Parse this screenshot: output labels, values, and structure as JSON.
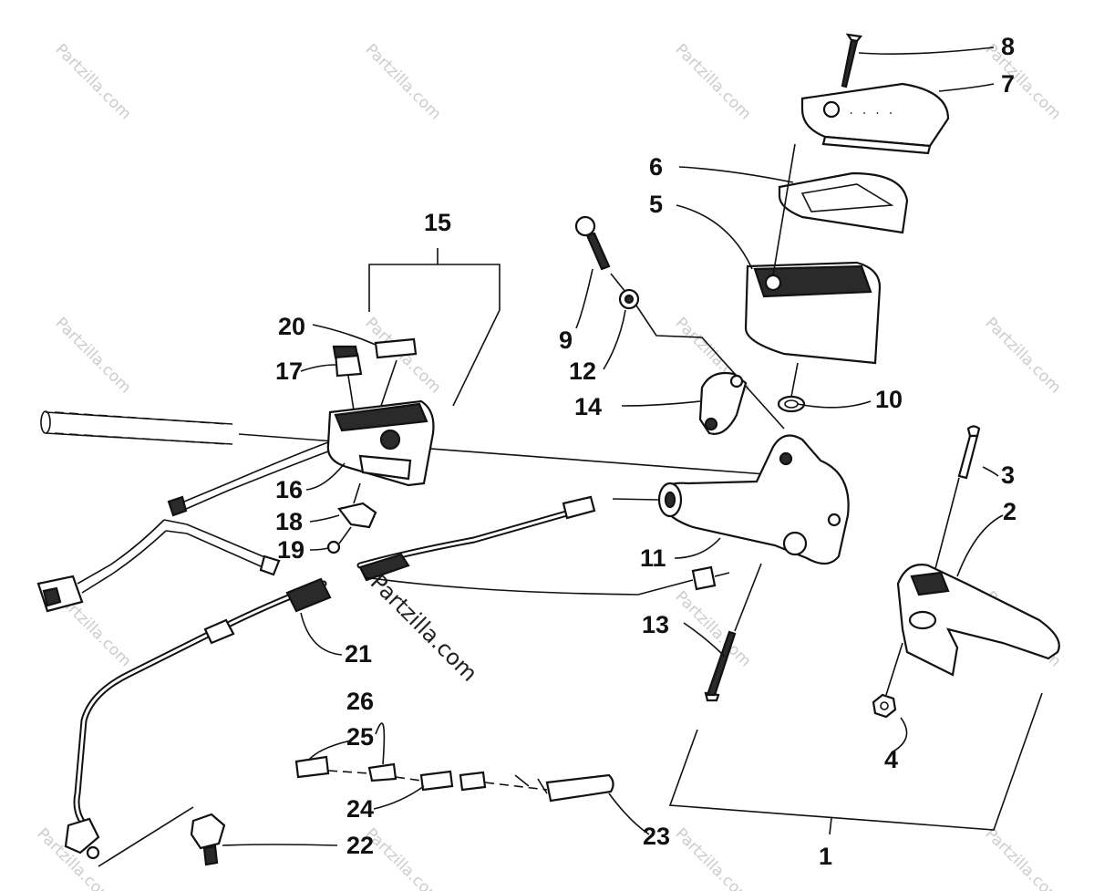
{
  "diagram": {
    "watermark": "Partzilla.com",
    "callouts": [
      "1",
      "2",
      "3",
      "4",
      "5",
      "6",
      "7",
      "8",
      "9",
      "10",
      "11",
      "12",
      "13",
      "14",
      "15",
      "16",
      "17",
      "18",
      "19",
      "20",
      "21",
      "22",
      "23",
      "24",
      "25",
      "26"
    ],
    "colors": {
      "line": "#111111",
      "background": "#ffffff",
      "watermark": "#cccccc"
    }
  }
}
